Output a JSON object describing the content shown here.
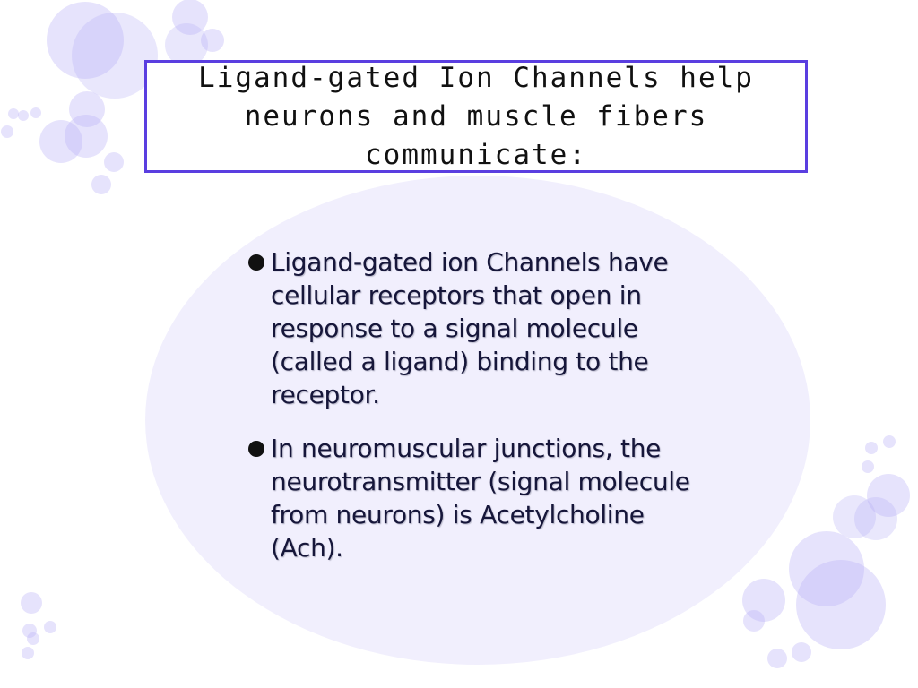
{
  "slide": {
    "title": "Ligand-gated Ion Channels help neurons and muscle fibers communicate:",
    "bullets": [
      "Ligand-gated ion Channels have cellular receptors that open in response to a signal molecule (called a ligand) binding to the receptor.",
      "In neuromuscular junctions, the neurotransmitter (signal molecule from neurons) is Acetylcholine (Ach)."
    ]
  },
  "colors": {
    "title_border": "#5a3ee0",
    "oval_fill": "#f1effd",
    "bubble": "#b7aef5"
  }
}
